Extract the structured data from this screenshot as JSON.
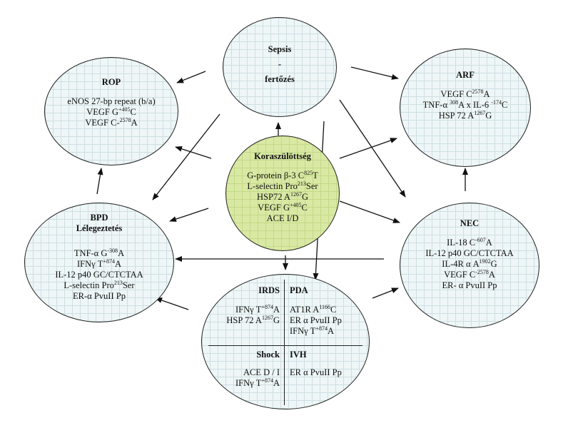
{
  "nodes": {
    "sepsis": {
      "title": "Sepsis",
      "dash": "-",
      "title2": "fertőzés"
    },
    "rop": {
      "title": "ROP",
      "lines": [
        "eNOS 27-bp repeat (b/a)",
        "VEGF G+405C",
        "VEGF C-2578A"
      ]
    },
    "arf": {
      "title": "ARF",
      "lines": [
        "VEGF C2578A",
        "TNF-α 308A x IL-6 -174C",
        "HSP 72 A1267G"
      ]
    },
    "center": {
      "title": "Koraszülöttség",
      "lines": [
        "G-protein β-3 C825T",
        "L-selectin Pro213Ser",
        "HSP72 A1267G",
        "VEGF G+405C",
        "ACE I/D"
      ]
    },
    "bpd": {
      "title": "BPD",
      "title2": "Lélegeztetés",
      "lines": [
        "TNF-α G-308A",
        "IFNγ T+874A",
        "IL-12 p40 GC/CTCTAA",
        "L-selectin Pro213Ser",
        "ER-α PvuII Pp"
      ]
    },
    "nec": {
      "title": "NEC",
      "lines": [
        "IL-18 C-607A",
        "IL-12 p40 GC/CTCTAA",
        "IL-4R α A1902G",
        "VEGF C-2578A",
        "ER- α PvuII Pp"
      ]
    },
    "bottom": {
      "irds": {
        "title": "IRDS",
        "lines": [
          "IFNγ T+874A",
          "HSP 72 A1267G"
        ]
      },
      "pda": {
        "title": "PDA",
        "lines": [
          "AT1R A1166C",
          "ER α PvuII Pp",
          "IFNγ T+874A"
        ]
      },
      "shock": {
        "title": "Shock",
        "lines": [
          "ACE D / I",
          "IFNγ T+874A"
        ]
      },
      "ivh": {
        "title": "IVH",
        "lines": [
          "ER α PvuII Pp"
        ]
      }
    }
  },
  "colors": {
    "center_fill": "#d9e9a3",
    "node_fill": "#eef6f7",
    "grid": "#cfdfe3",
    "stroke": "#222222"
  }
}
